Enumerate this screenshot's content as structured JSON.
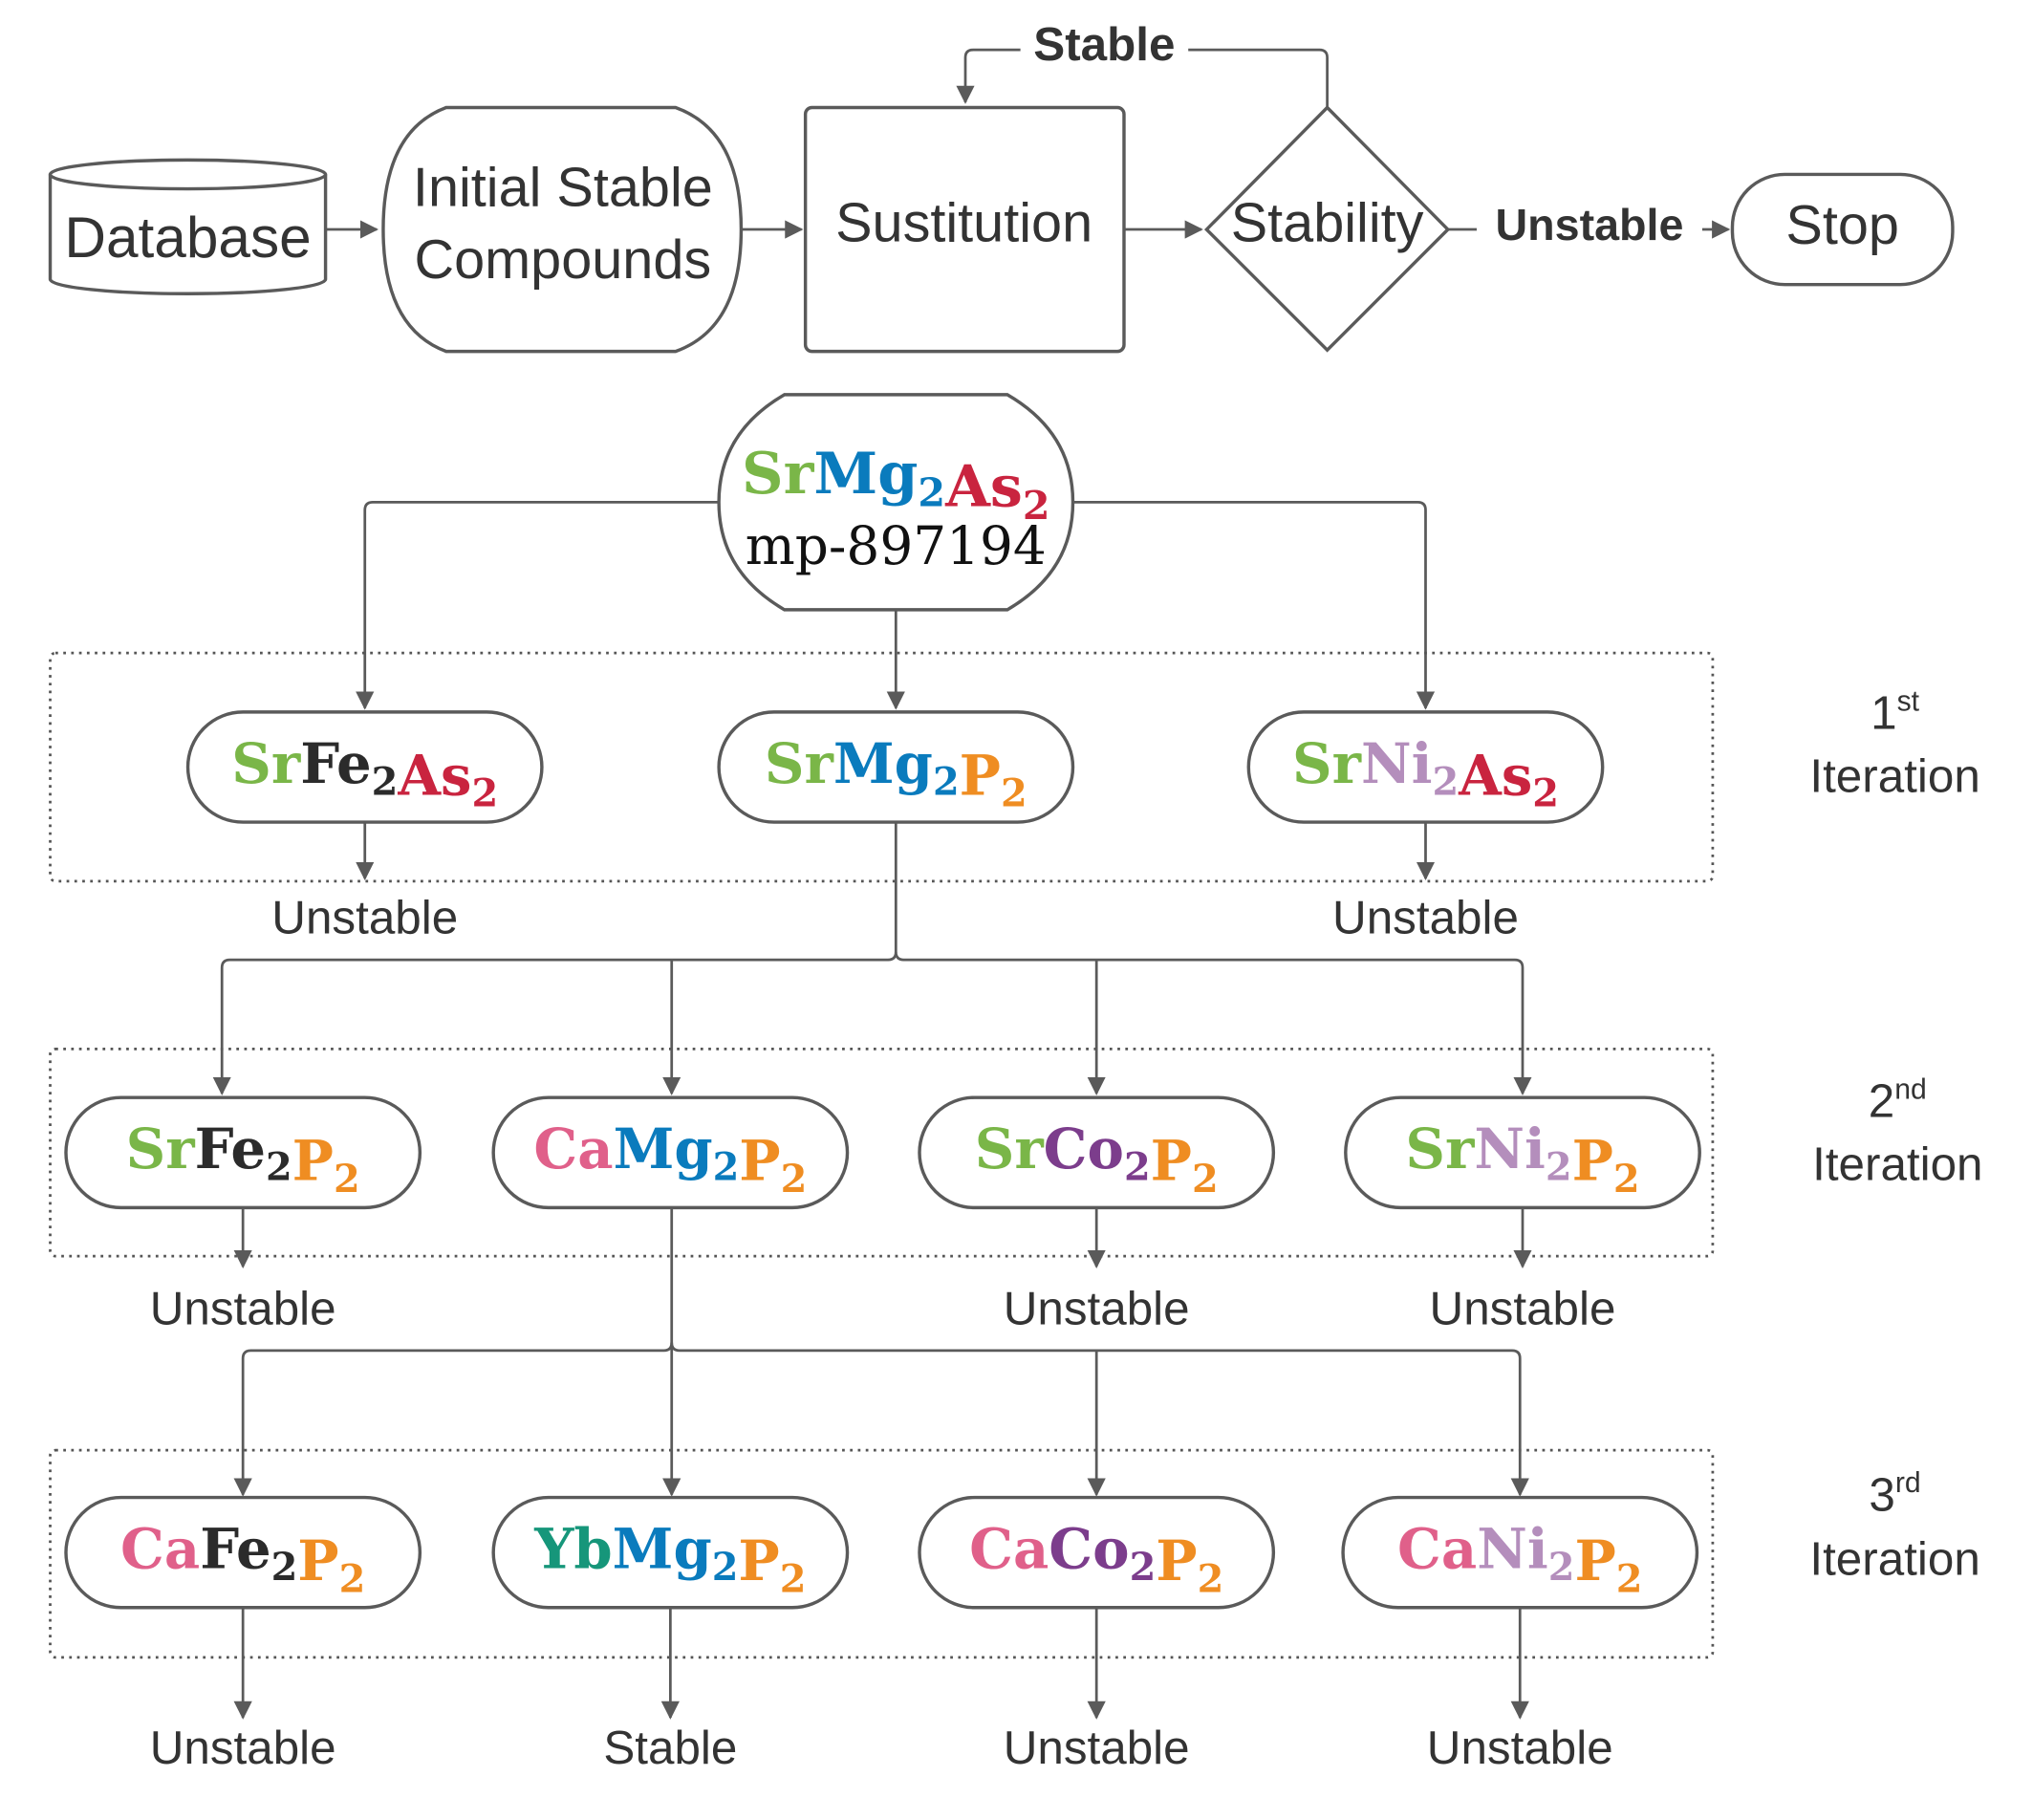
{
  "flow": {
    "database": "Database",
    "initial_line1": "Initial Stable",
    "initial_line2": "Compounds",
    "substitution": "Sustitution",
    "stability": "Stability",
    "stable_label": "Stable",
    "unstable_label": "Unstable",
    "stop": "Stop"
  },
  "colors": {
    "Sr": "#7ab648",
    "Mg": "#0a7bbd",
    "As": "#c9243f",
    "Fe": "#2b2b2b",
    "P": "#ef8d22",
    "Ni": "#b48ebc",
    "Ca": "#e0608a",
    "Co": "#7c3d8c",
    "Yb": "#16967a"
  },
  "root": {
    "parts": [
      [
        "Sr",
        ""
      ],
      [
        "Mg",
        "2"
      ],
      [
        "As",
        "2"
      ]
    ],
    "id": "mp-897194"
  },
  "iterations": [
    {
      "label_num": "1",
      "label_sup": "st",
      "label_word": "Iteration",
      "compounds": [
        {
          "parts": [
            [
              "Sr",
              ""
            ],
            [
              "Fe",
              "2"
            ],
            [
              "As",
              "2"
            ]
          ],
          "result": "Unstable"
        },
        {
          "parts": [
            [
              "Sr",
              ""
            ],
            [
              "Mg",
              "2"
            ],
            [
              "P",
              "2"
            ]
          ],
          "result": ""
        },
        {
          "parts": [
            [
              "Sr",
              ""
            ],
            [
              "Ni",
              "2"
            ],
            [
              "As",
              "2"
            ]
          ],
          "result": "Unstable"
        }
      ]
    },
    {
      "label_num": "2",
      "label_sup": "nd",
      "label_word": "Iteration",
      "compounds": [
        {
          "parts": [
            [
              "Sr",
              ""
            ],
            [
              "Fe",
              "2"
            ],
            [
              "P",
              "2"
            ]
          ],
          "result": "Unstable"
        },
        {
          "parts": [
            [
              "Ca",
              ""
            ],
            [
              "Mg",
              "2"
            ],
            [
              "P",
              "2"
            ]
          ],
          "result": ""
        },
        {
          "parts": [
            [
              "Sr",
              ""
            ],
            [
              "Co",
              "2"
            ],
            [
              "P",
              "2"
            ]
          ],
          "result": "Unstable"
        },
        {
          "parts": [
            [
              "Sr",
              ""
            ],
            [
              "Ni",
              "2"
            ],
            [
              "P",
              "2"
            ]
          ],
          "result": "Unstable"
        }
      ]
    },
    {
      "label_num": "3",
      "label_sup": "rd",
      "label_word": "Iteration",
      "compounds": [
        {
          "parts": [
            [
              "Ca",
              ""
            ],
            [
              "Fe",
              "2"
            ],
            [
              "P",
              "2"
            ]
          ],
          "result": "Unstable"
        },
        {
          "parts": [
            [
              "Yb",
              ""
            ],
            [
              "Mg",
              "2"
            ],
            [
              "P",
              "2"
            ]
          ],
          "result": "Stable"
        },
        {
          "parts": [
            [
              "Ca",
              ""
            ],
            [
              "Co",
              "2"
            ],
            [
              "P",
              "2"
            ]
          ],
          "result": "Unstable"
        },
        {
          "parts": [
            [
              "Ca",
              ""
            ],
            [
              "Ni",
              "2"
            ],
            [
              "P",
              "2"
            ]
          ],
          "result": "Unstable"
        }
      ]
    }
  ]
}
